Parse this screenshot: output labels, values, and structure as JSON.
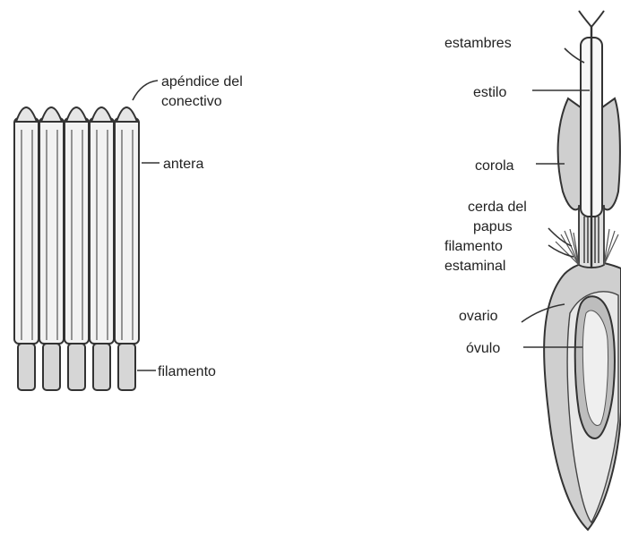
{
  "left_figure": {
    "labels": {
      "appendix": [
        "apéndice del",
        "conectivo"
      ],
      "anther": "antera",
      "filament": "filamento"
    },
    "stamen_count": 5
  },
  "right_figure": {
    "labels": {
      "stamens": "estambres",
      "style": "estilo",
      "corolla": "corola",
      "pappus_bristle": [
        "cerda del",
        "papus"
      ],
      "staminal_filament": [
        "filamento",
        "estaminal"
      ],
      "ovary": "ovario",
      "ovule": "óvulo"
    }
  },
  "colors": {
    "line": "#333333",
    "fill_light": "#f2f2f2",
    "fill_mid": "#d6d6d6",
    "fill_dark": "#bdbdbd",
    "text": "#222222"
  }
}
